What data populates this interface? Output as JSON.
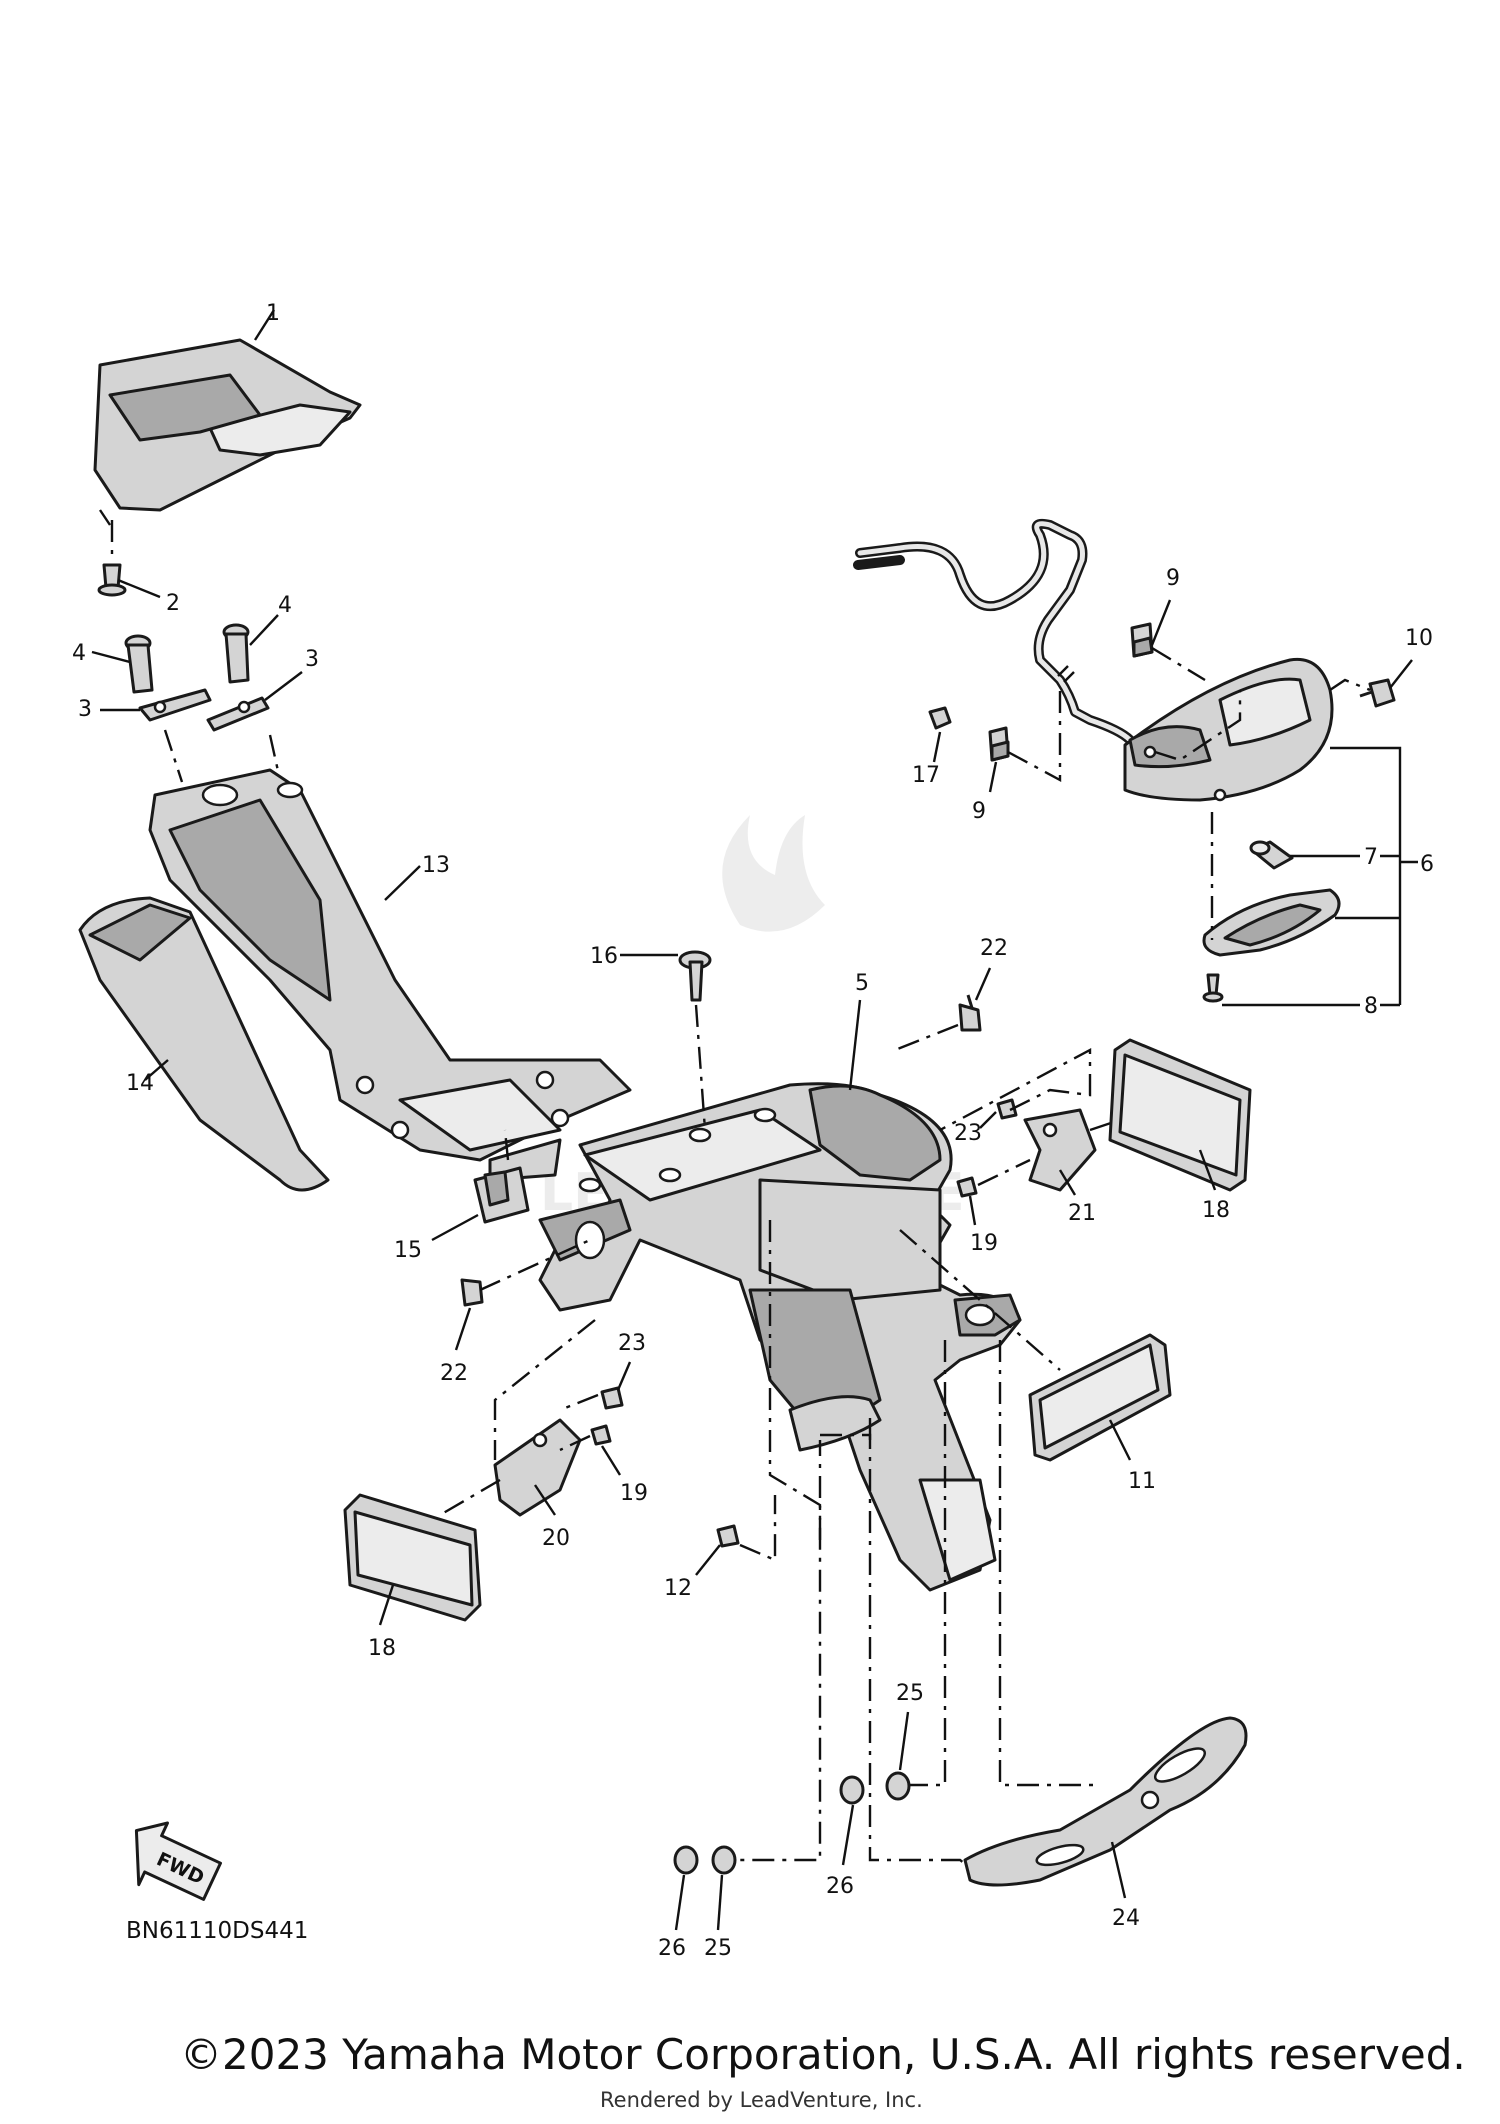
{
  "diagram_code": "BN61110DS441",
  "copyright": "©2023 Yamaha Motor Corporation, U.S.A. All rights reserved.",
  "rendered_by": "Rendered by LeadVenture, Inc.",
  "watermark": "LEADVENTURE",
  "fwd_label": "FWD",
  "callouts": {
    "c1": "1",
    "c2": "2",
    "c3a": "3",
    "c3b": "3",
    "c4a": "4",
    "c4b": "4",
    "c5": "5",
    "c6": "6",
    "c7": "7",
    "c8": "8",
    "c9a": "9",
    "c9b": "9",
    "c10": "10",
    "c11": "11",
    "c12": "12",
    "c13": "13",
    "c14": "14",
    "c15": "15",
    "c16": "16",
    "c17": "17",
    "c18a": "18",
    "c18b": "18",
    "c19a": "19",
    "c19b": "19",
    "c20": "20",
    "c21": "21",
    "c22a": "22",
    "c22b": "22",
    "c23a": "23",
    "c23b": "23",
    "c24": "24",
    "c25a": "25",
    "c25b": "25",
    "c26a": "26",
    "c26b": "26"
  }
}
